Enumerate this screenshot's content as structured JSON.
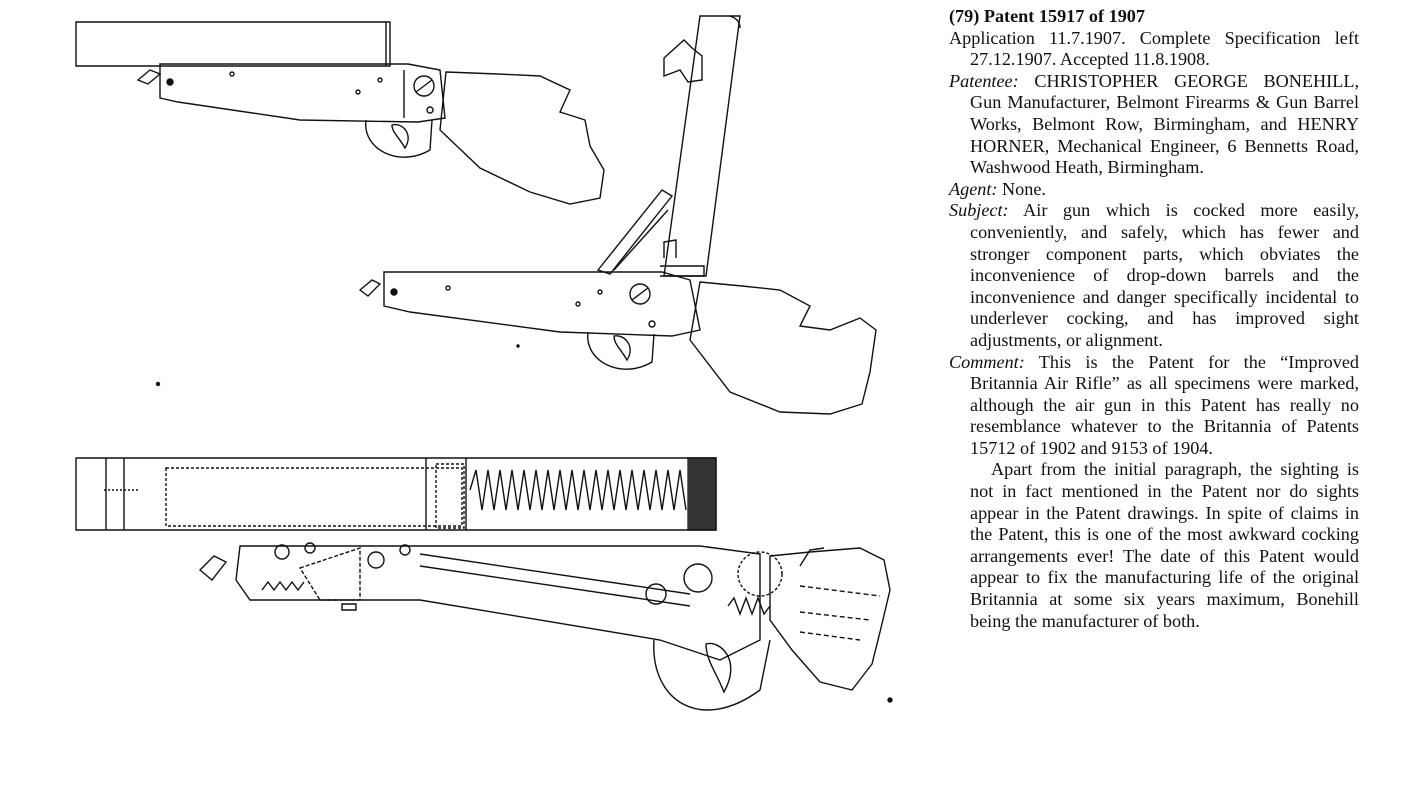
{
  "patent": {
    "title": "(79) Patent 15917 of 1907",
    "application_line1": "Application 11.7.1907. Complete",
    "application_line2": "Specification left 27.12.1907. Accepted 11.8.1908.",
    "patentee_label": "Patentee:",
    "patentee_text": "CHRISTOPHER GEORGE BONEHILL, Gun Manufacturer, Belmont Firearms & Gun Barrel Works, Belmont Row, Birmingham, and HENRY HORNER, Mechanical Engineer, 6 Bennetts Road, Washwood Heath, Birmingham.",
    "agent_label": "Agent:",
    "agent_text": "None.",
    "subject_label": "Subject:",
    "subject_text": "Air gun which is cocked more easily, conveniently, and safely, which has fewer and stronger component parts, which obviates the inconvenience of drop-down barrels and the inconvenience and danger specifically incidental to underlever cocking, and has improved sight adjustments, or alignment.",
    "comment_label": "Comment:",
    "comment_text": "This is the Patent for the “Improved Britannia Air Rifle” as all specimens were marked, although the air gun in this Patent has really no resemblance whatever to the Britannia of Patents 15712 of 1902 and 9153 of 1904.",
    "comment_para2": "Apart from the initial paragraph, the sighting is not in fact mentioned in the Patent nor do sights appear in the Patent drawings. In spite of claims in the Patent, this is one of the most awkward cocking arrangements ever! The date of this Patent would appear to fix the manufacturing life of the original Britannia at some six years maximum, Bonehill being the manufacturer of both."
  },
  "figures": {
    "fig1": "air-gun-side-view-closed",
    "fig2": "air-gun-side-view-barrel-raised",
    "fig3": "air-gun-sectional-view"
  },
  "colors": {
    "ink": "#111111",
    "paper": "#ffffff"
  }
}
